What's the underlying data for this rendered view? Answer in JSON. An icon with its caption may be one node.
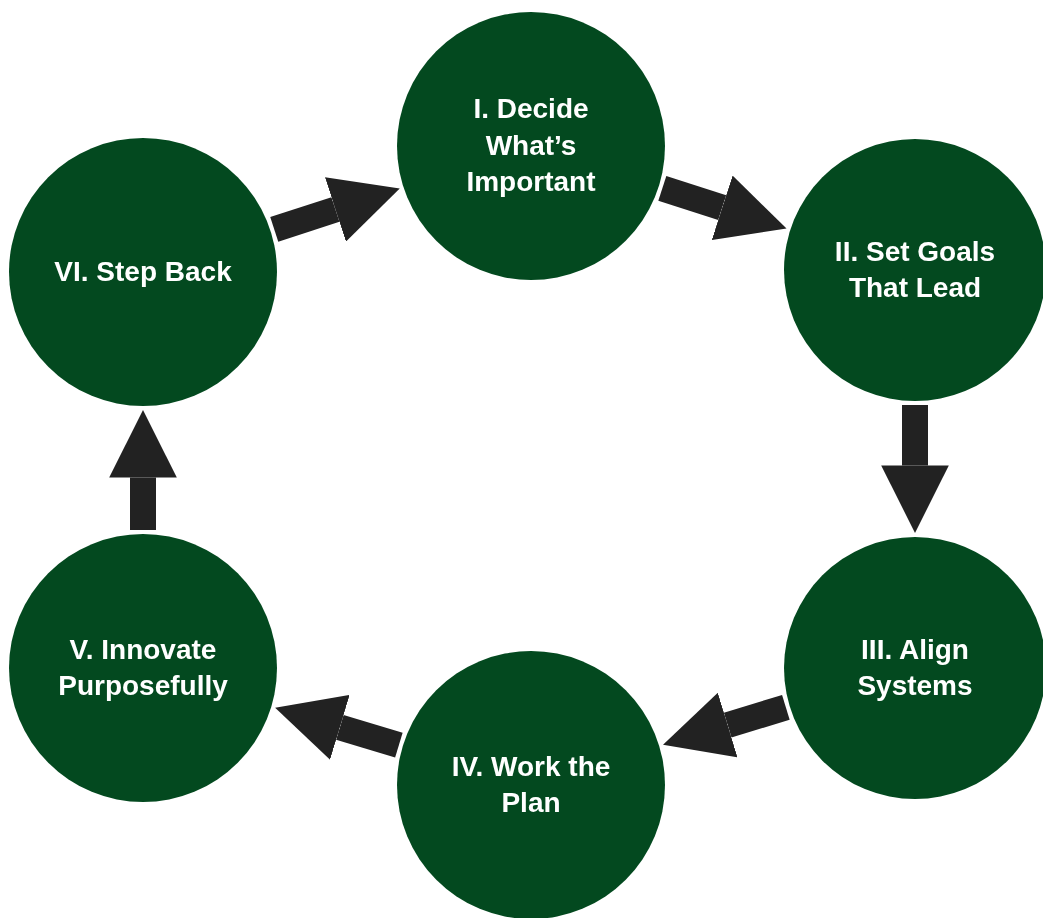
{
  "diagram": {
    "nodes": [
      {
        "text": [
          "I. Decide What’s Important"
        ]
      },
      {
        "text": [
          "II. Set Goals That Lead"
        ]
      },
      {
        "text": [
          "III. Align Systems"
        ]
      },
      {
        "text": [
          "IV. Work the Plan"
        ]
      },
      {
        "text": [
          "V. Innovate Purposefully"
        ]
      },
      {
        "text": [
          "VI. Step Back"
        ]
      }
    ],
    "edges": [
      {
        "from": 0,
        "to": 1,
        "arrow": "to"
      },
      {
        "from": 1,
        "to": 2,
        "arrow": "to"
      },
      {
        "from": 2,
        "to": 3,
        "arrow": "to"
      },
      {
        "from": 3,
        "to": 4,
        "arrow": "to"
      },
      {
        "from": 4,
        "to": 5,
        "arrow": "to"
      },
      {
        "from": 5,
        "to": 0,
        "arrow": "to"
      }
    ]
  }
}
